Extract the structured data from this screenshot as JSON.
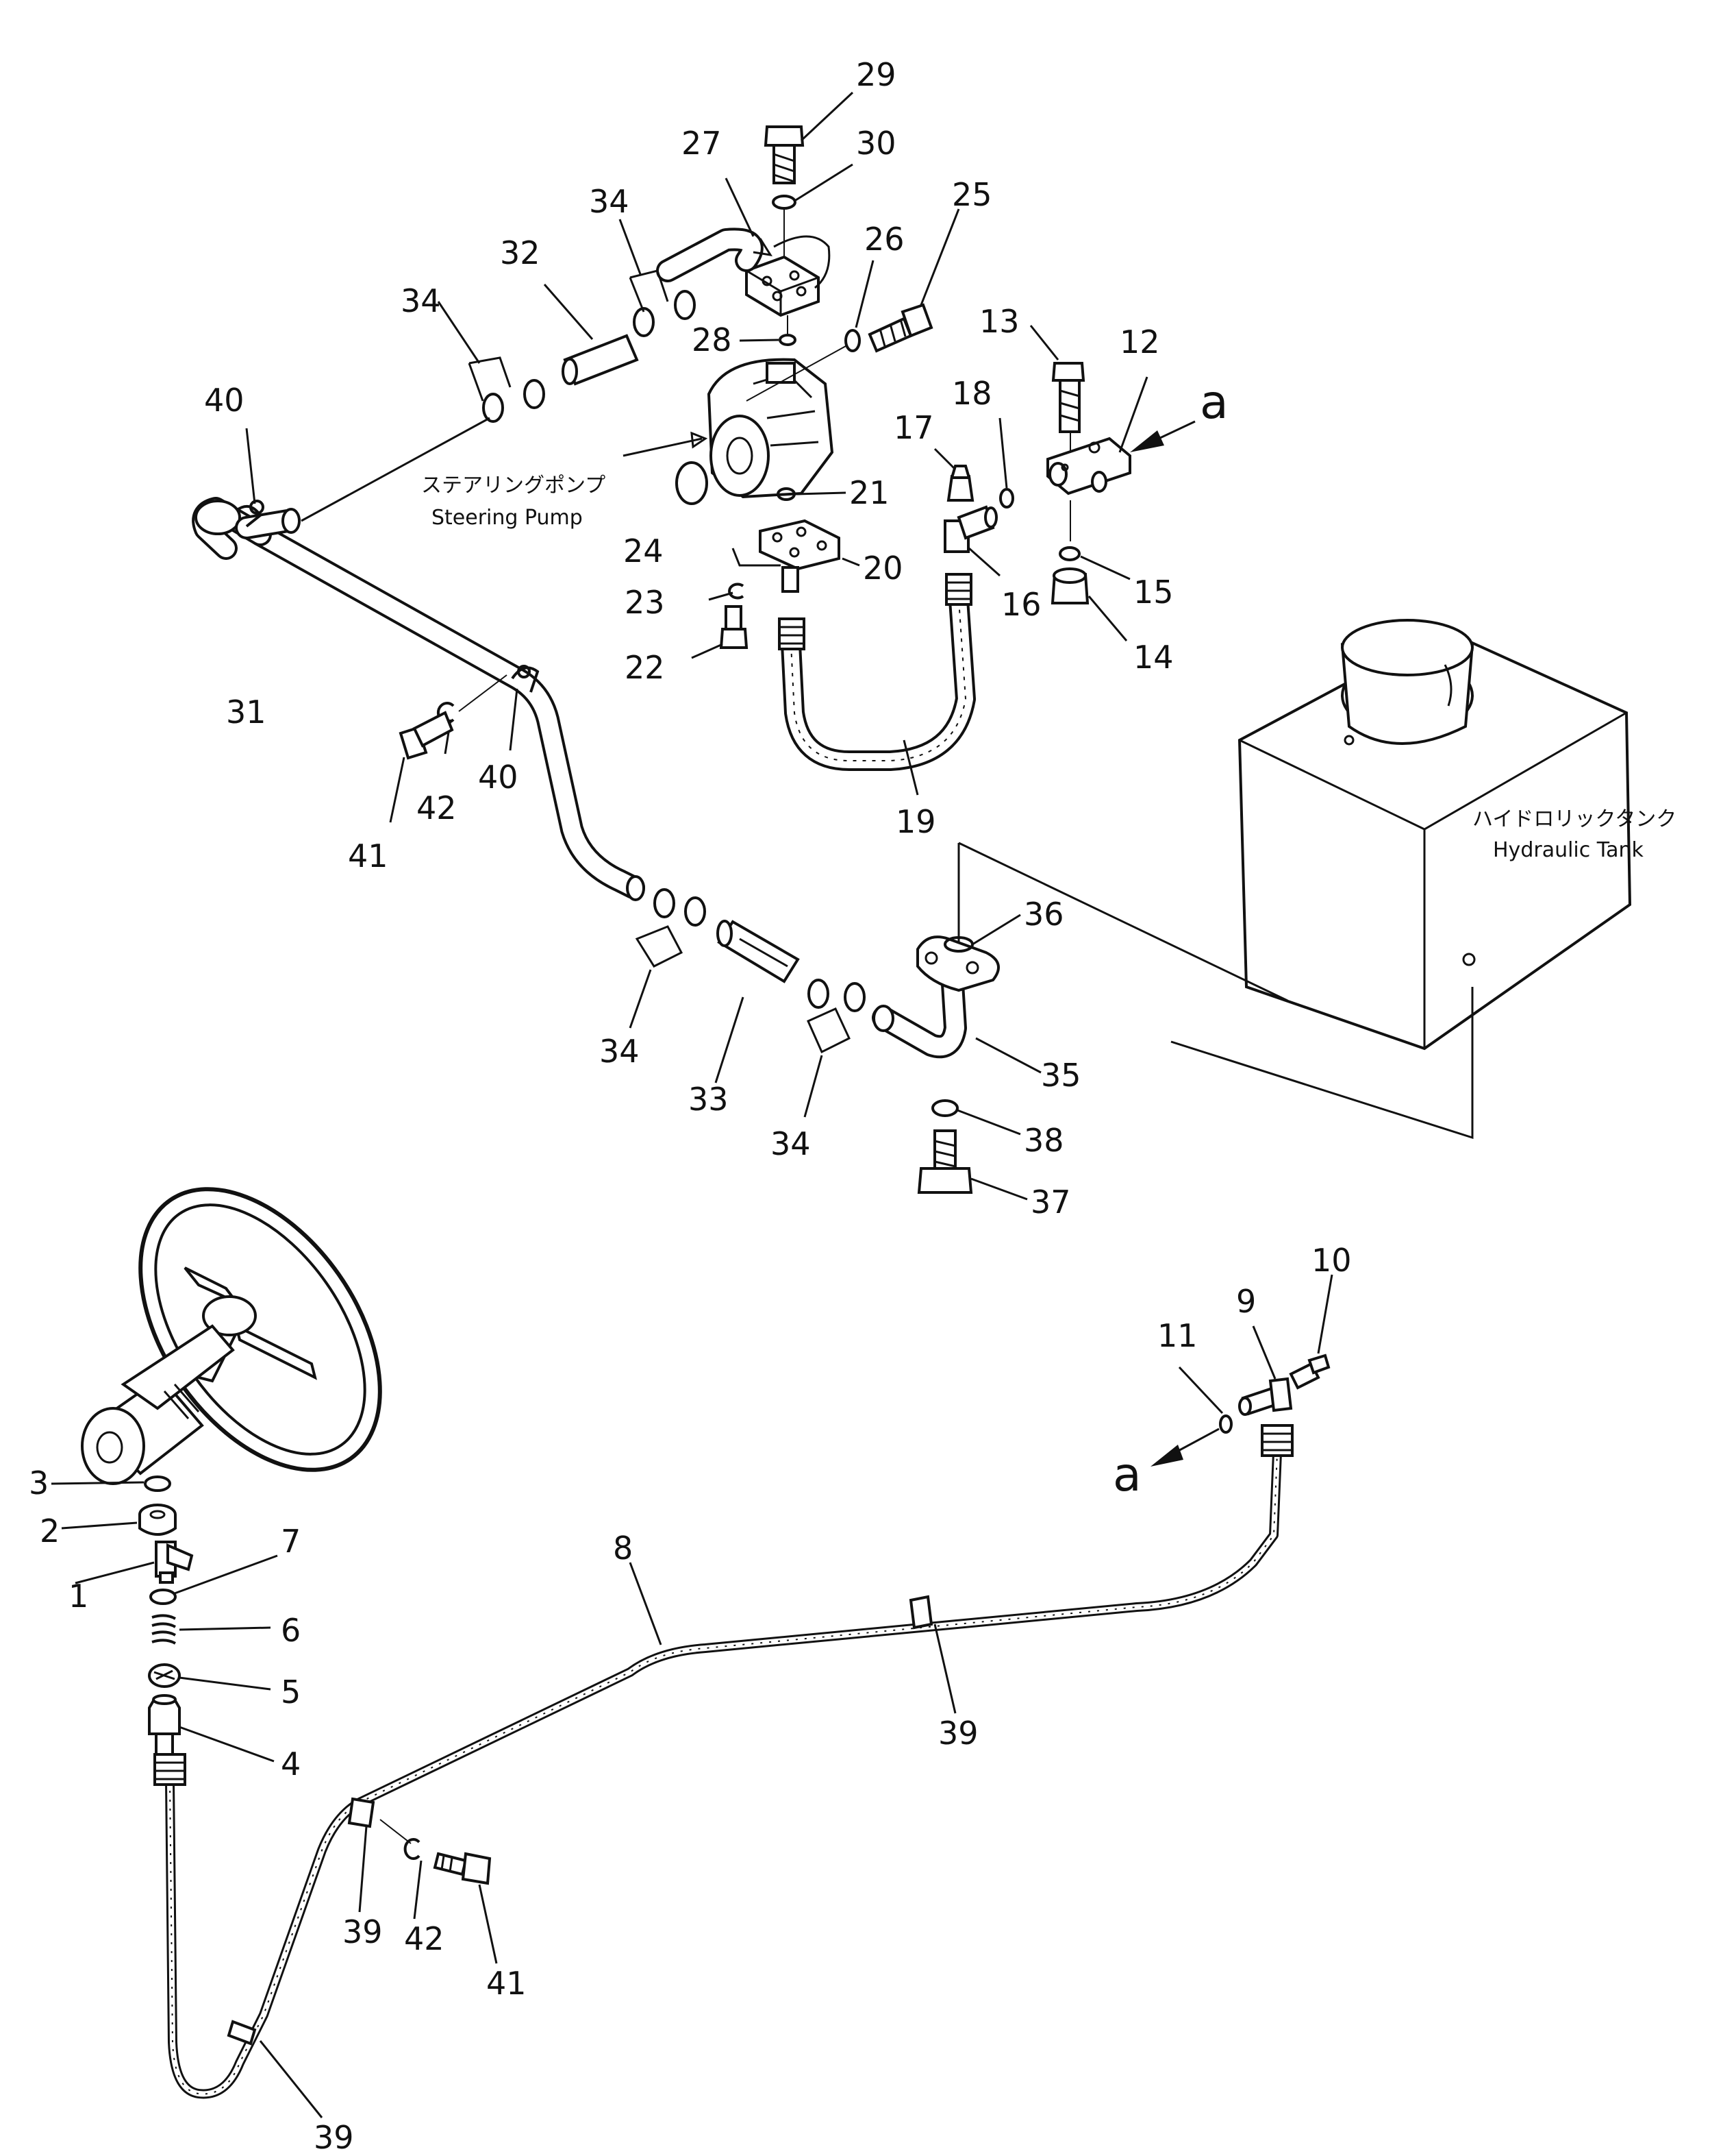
{
  "labels": {
    "steering_pump_jp": "ステアリングポンプ",
    "steering_pump_en": "Steering Pump",
    "hydraulic_tank_jp": "ハイドロリックタンク",
    "hydraulic_tank_en": "Hydraulic Tank",
    "ref_a_upper": "a",
    "ref_a_lower": "a"
  },
  "part_numbers": {
    "p1": "1",
    "p2": "2",
    "p3": "3",
    "p4": "4",
    "p5": "5",
    "p6": "6",
    "p7": "7",
    "p8": "8",
    "p9": "9",
    "p10": "10",
    "p11": "11",
    "p12": "12",
    "p13": "13",
    "p14": "14",
    "p15": "15",
    "p16": "16",
    "p17": "17",
    "p18": "18",
    "p19": "19",
    "p20": "20",
    "p21": "21",
    "p22": "22",
    "p23": "23",
    "p24": "24",
    "p25": "25",
    "p26": "26",
    "p27": "27",
    "p28": "28",
    "p29": "29",
    "p30": "30",
    "p31": "31",
    "p32": "32",
    "p33": "33",
    "p35": "35",
    "p36": "36",
    "p37": "37",
    "p38": "38",
    "p41": "41",
    "p42": "42",
    "p34a": "34",
    "p34b": "34",
    "p34c": "34",
    "p34d": "34",
    "p39a": "39",
    "p39b": "39",
    "p39c": "39",
    "p40a": "40",
    "p40b": "40",
    "p41b": "41",
    "p42b": "42"
  }
}
